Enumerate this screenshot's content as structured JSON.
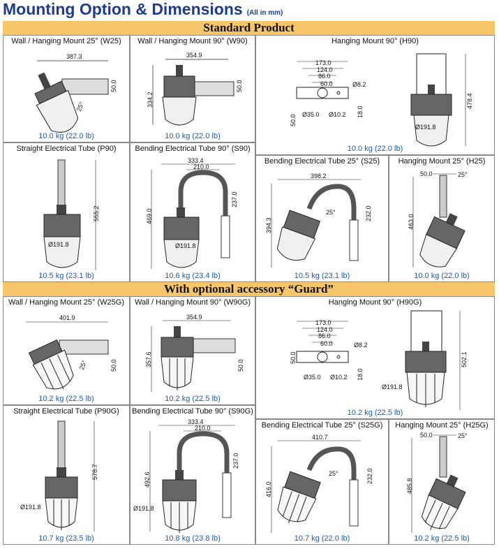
{
  "title": "Mounting Option & Dimensions",
  "subtitle": "(All in mm)",
  "sections": [
    {
      "label": "Standard Product"
    },
    {
      "label": "With optional accessory “Guard”"
    }
  ],
  "std": {
    "w25": {
      "title": "Wall / Hanging Mount 25° (W25)",
      "weight": "10.0 kg (22.0 lb)",
      "d1": "387.3",
      "d2": "50.0",
      "d3": "25°"
    },
    "w90": {
      "title": "Wall / Hanging Mount 90° (W90)",
      "weight": "10.0 kg (22.0 lb)",
      "d1": "354.9",
      "d2": "50.0",
      "d3": "334.2"
    },
    "h90": {
      "title": "Hanging Mount 90° (H90)",
      "weight": "10.0 kg (22.0 lb)",
      "d1": "173.0",
      "d2": "124.0",
      "d3": "86.0",
      "d4": "60.0",
      "d5": "Ø8.2",
      "d6": "Ø35.0",
      "d7": "Ø10.2",
      "d8": "50.0",
      "d9": "18.0",
      "d10": "478.4",
      "d11": "Ø191.8"
    },
    "p90": {
      "title": "Straight Electrical Tube (P90)",
      "weight": "10.5 kg (23.1 lb)",
      "d1": "555.2",
      "d2": "Ø191.8"
    },
    "s90": {
      "title": "Bending Electrical Tube 90° (S90)",
      "weight": "10.6 kg (23.4 lb)",
      "d1": "333.4",
      "d2": "210.0",
      "d3": "237.0",
      "d4": "469.0",
      "d5": "Ø191.8"
    },
    "s25": {
      "title": "Bending Electrical Tube 25° (S25)",
      "weight": "10.5 kg (23.1 lb)",
      "d1": "398.2",
      "d2": "25°",
      "d3": "394.3",
      "d4": "232.0"
    },
    "h25": {
      "title": "Hanging Mount 25° (H25)",
      "weight": "10.0 kg (22.0 lb)",
      "d1": "50.0",
      "d2": "25°",
      "d3": "463.0"
    }
  },
  "grd": {
    "w25g": {
      "title": "Wall / Hanging Mount 25° (W25G)",
      "weight": "10.2 kg (22.5 lb)",
      "d1": "401.9",
      "d2": "50.0",
      "d3": "25°"
    },
    "w90g": {
      "title": "Wall / Hanging Mount 90° (W90G)",
      "weight": "10.2 kg (22.5 lb)",
      "d1": "354.9",
      "d2": "50.0",
      "d3": "357.6"
    },
    "h90g": {
      "title": "Hanging Mount 90° (H90G)",
      "weight": "10.2 kg (22.5 lb)",
      "d1": "173.0",
      "d2": "124.0",
      "d3": "86.0",
      "d4": "60.0",
      "d5": "Ø8.2",
      "d6": "Ø35.0",
      "d7": "Ø10.2",
      "d8": "50.0",
      "d9": "18.0",
      "d10": "502.1",
      "d11": "Ø191.8"
    },
    "p90g": {
      "title": "Straight Electrical Tube (P90G)",
      "weight": "10.7 kg (23.5 lb)",
      "d1": "578.7",
      "d2": "Ø191.8"
    },
    "s90g": {
      "title": "Bending Electrical Tube 90° (S90G)",
      "weight": "10.8 kg (23.8 lb)",
      "d1": "333.4",
      "d2": "210.0",
      "d3": "237.0",
      "d4": "492.6",
      "d5": "Ø191.8"
    },
    "s25g": {
      "title": "Bending Electrical Tube 25° (S25G)",
      "weight": "10.7 kg (22.0 lb)",
      "d1": "410.7",
      "d2": "25°",
      "d3": "416.0",
      "d4": "232.0"
    },
    "h25g": {
      "title": "Hanging Mount 25° (H25G)",
      "weight": "10.2 kg (22.5 lb)",
      "d1": "50.0",
      "d2": "25°",
      "d3": "485.8"
    }
  }
}
